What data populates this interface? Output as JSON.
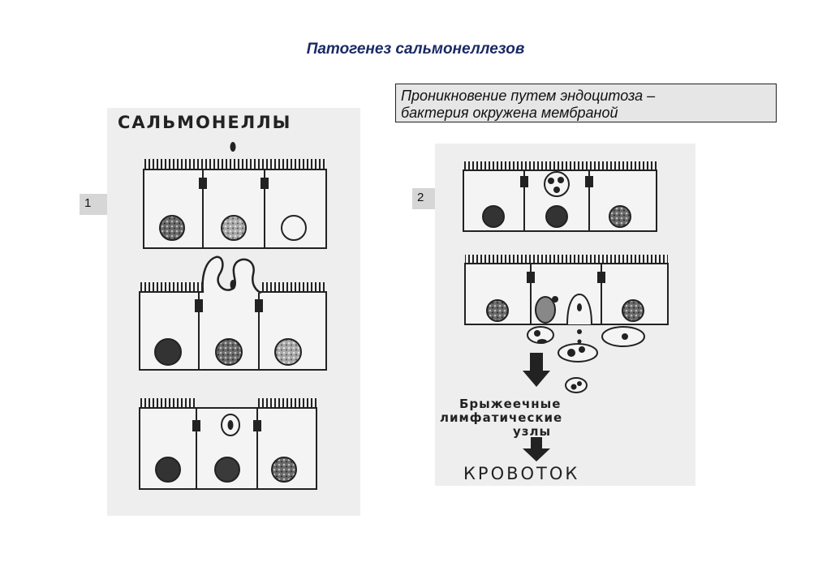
{
  "slide": {
    "title": "Патогенез сальмонеллезов",
    "callout_line1": "Проникновение путем эндоцитоза –",
    "callout_line2": "бактерия окружена мембраной"
  },
  "panel1": {
    "badge": "1",
    "heading": "САЛЬМОНЕЛЛЫ"
  },
  "panel2": {
    "badge": "2",
    "label_line1": "Брыжеечные",
    "label_line2": "лимфатические",
    "label_line3": "узлы",
    "final_label": "КРОВОТОК"
  }
}
